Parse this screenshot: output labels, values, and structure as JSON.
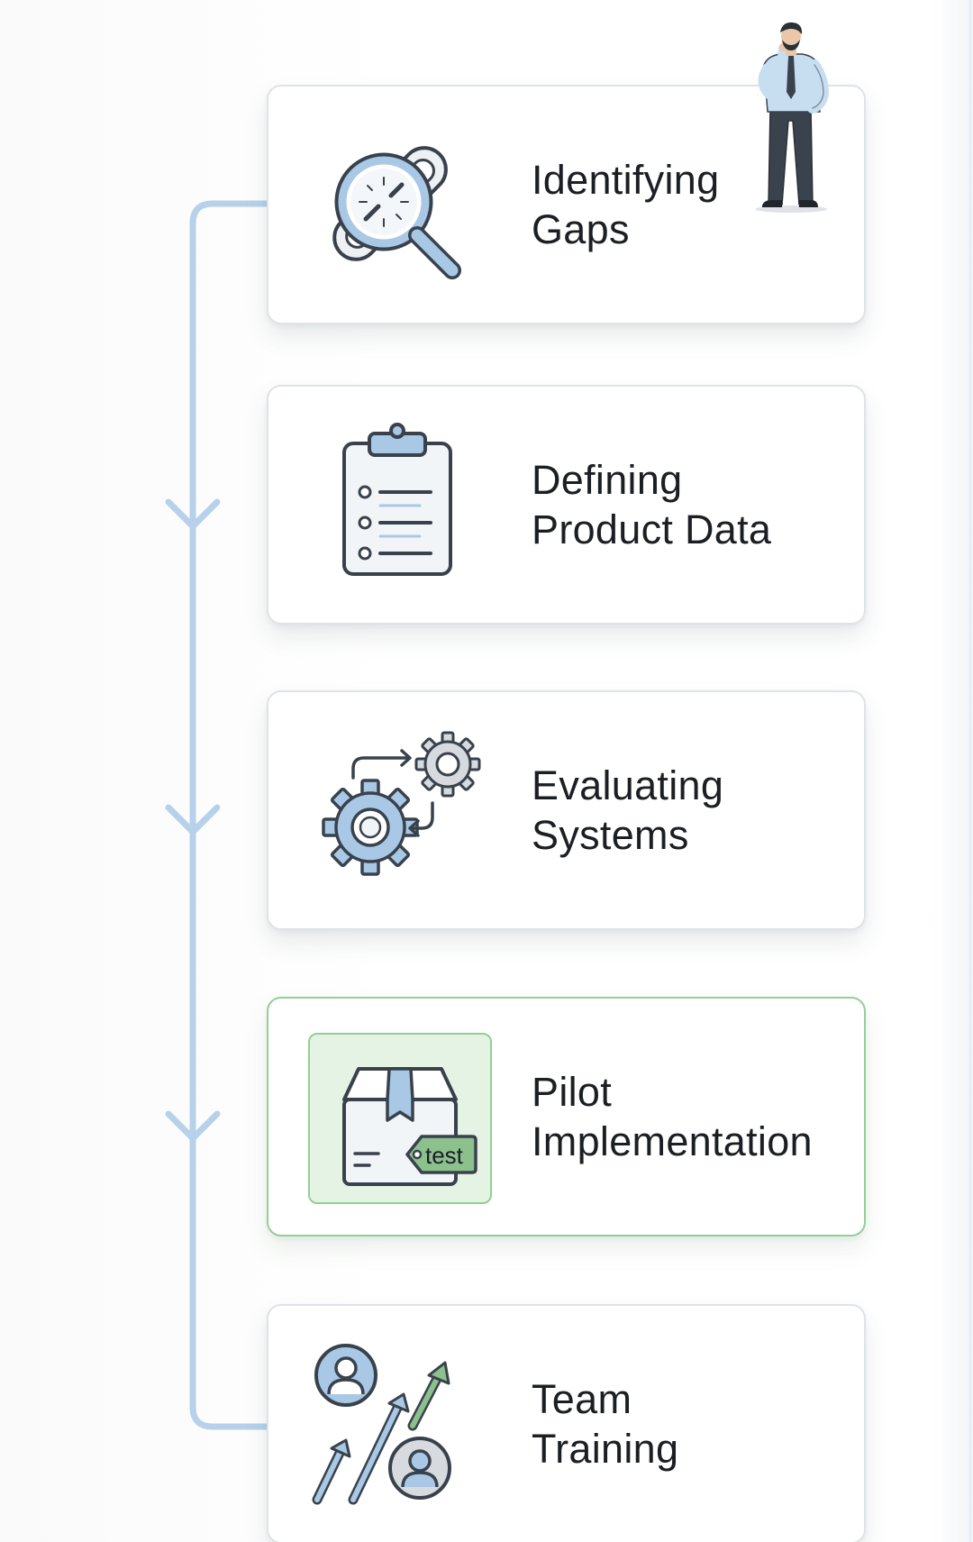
{
  "colors": {
    "flow_line": "#b7d1ea",
    "card_border": "#dfe3e7",
    "highlight_border": "#94cf94",
    "highlight_fill": "#e5f3e5",
    "icon_stroke": "#39424c",
    "icon_blue": "#a9c8e6",
    "icon_green": "#8cc08c",
    "text": "#1b1f24"
  },
  "steps": [
    {
      "title_line1": "Identifying",
      "title_line2": "Gaps",
      "icon": "magnifier-broken-link-icon",
      "highlighted": false
    },
    {
      "title_line1": "Defining",
      "title_line2": "Product Data",
      "icon": "clipboard-checklist-icon",
      "highlighted": false
    },
    {
      "title_line1": "Evaluating",
      "title_line2": "Systems",
      "icon": "gears-sync-icon",
      "highlighted": false
    },
    {
      "title_line1": "Pilot",
      "title_line2": "Implementation",
      "icon": "package-test-tag-icon",
      "highlighted": true
    },
    {
      "title_line1": "Team",
      "title_line2": "Training",
      "icon": "team-growth-arrows-icon",
      "highlighted": false
    }
  ],
  "pilot_tag_label": "test",
  "illustration": "thinking-businessman"
}
